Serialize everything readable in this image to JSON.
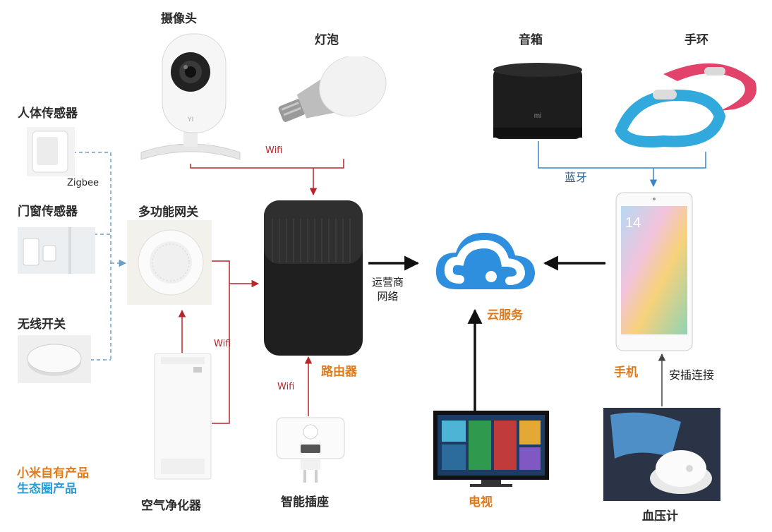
{
  "devices": {
    "camera": "摄像头",
    "bulb": "灯泡",
    "speaker": "音箱",
    "band": "手环",
    "body_sensor": "人体传感器",
    "door_sensor": "门窗传感器",
    "switch": "无线开关",
    "gateway": "多功能网关",
    "air_purifier": "空气净化器",
    "smart_plug": "智能插座",
    "router": "路由器",
    "cloud": "云服务",
    "tv": "电视",
    "phone": "手机",
    "bp_monitor": "血压计"
  },
  "links": {
    "zigbee": "Zigbee",
    "wifi_top": "Wifi",
    "wifi_mid": "Wifi",
    "wifi_plug": "Wifi",
    "bluetooth": "蓝牙",
    "carrier_line1": "运营商",
    "carrier_line2": "网络",
    "plugin": "安插连接"
  },
  "product_brands": {
    "speaker_logo": "mi",
    "camera_logo": "YI",
    "phone_time": "14"
  },
  "legend": {
    "line1": "小米自有产品",
    "line2": "生态圈产品"
  },
  "colors": {
    "own_product": "#e07a1a",
    "eco_product": "#2b9bd3",
    "wifi_line": "#b8262b",
    "zigbee_line": "#6a9ec9",
    "bluetooth_line": "#3a86c4",
    "main_arrow": "#111111"
  }
}
